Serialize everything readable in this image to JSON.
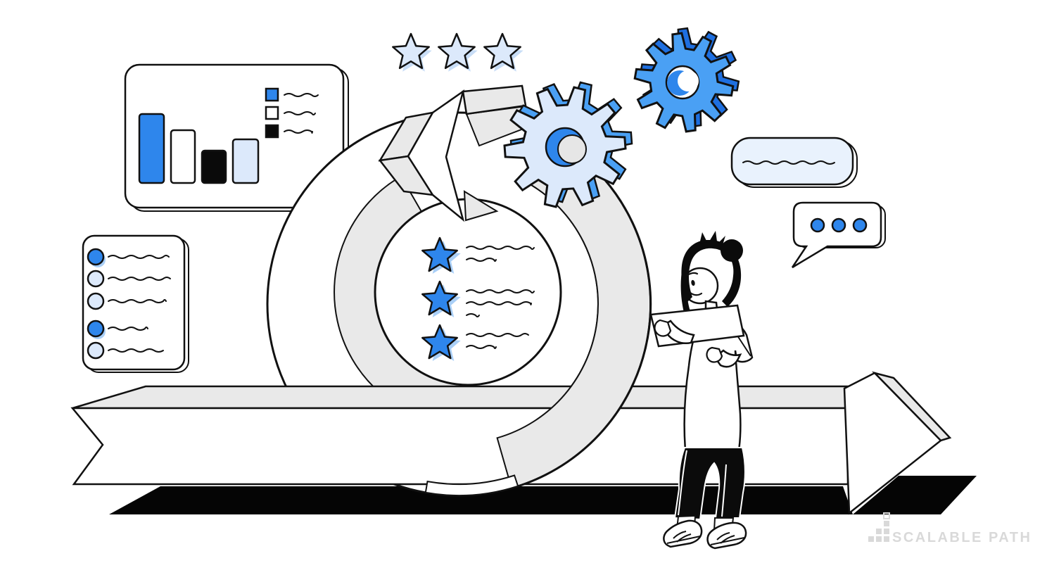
{
  "illustration": {
    "colors": {
      "blue": "#2E86EC",
      "blue_bright": "#4AA0F4",
      "blue_dark": "#1E6FE0",
      "blue_pale": "#DCE9FB",
      "blue_pale2": "#E9F2FD",
      "blue_shadow": "#A9CFF7",
      "pale_star_shadow": "#C8DDF6",
      "gray_face": "#E9E9E9",
      "outline": "#111111",
      "white": "#FFFFFF",
      "black": "#0A0A0A",
      "shadow_black": "#050505",
      "logo_gray": "#D9D9D9"
    },
    "chart_card": {
      "bars": [
        {
          "fill": "blue",
          "height": 98
        },
        {
          "fill": "white",
          "height": 75
        },
        {
          "fill": "black",
          "height": 46
        },
        {
          "fill": "blue_pale",
          "height": 62
        }
      ],
      "legend": [
        {
          "swatch": "blue"
        },
        {
          "swatch": "white"
        },
        {
          "swatch": "black"
        }
      ]
    },
    "checklist_card": {
      "items": [
        {
          "bullet": "blue"
        },
        {
          "bullet": "blue_pale"
        },
        {
          "bullet": "blue_pale"
        },
        {
          "bullet": "blue"
        },
        {
          "bullet": "blue_pale"
        }
      ],
      "line_lengths": [
        86,
        88,
        82,
        56,
        78
      ]
    },
    "rating_stars": {
      "count": 3,
      "fill": "blue_pale"
    },
    "sprint_notes": {
      "items": [
        {
          "star_fill": "blue",
          "lines": [
            96,
            42
          ]
        },
        {
          "star_fill": "blue",
          "lines": [
            96,
            92,
            18
          ]
        },
        {
          "star_fill": "blue",
          "lines": [
            88,
            42
          ]
        }
      ]
    },
    "gears": {
      "small_light": {
        "teeth": 10,
        "face": "blue_pale",
        "side": "blue_bright"
      },
      "large_blue": {
        "teeth": 10,
        "face": "blue_bright",
        "side": "blue_dark"
      }
    },
    "speech_banner": {
      "has_squiggle": true
    },
    "speech_bubble": {
      "dots": 3,
      "dot_fill": "blue"
    },
    "brand": {
      "logo_text": "SCALABLE PATH"
    }
  }
}
